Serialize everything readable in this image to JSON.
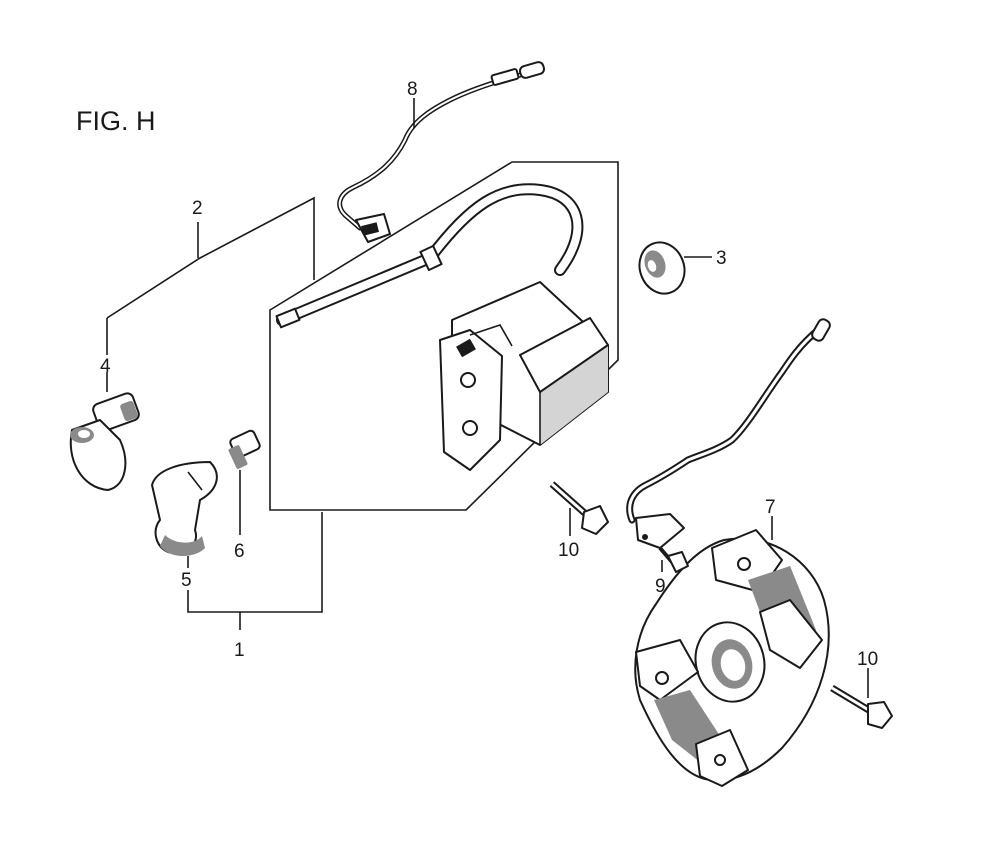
{
  "figure_label": "FIG. H",
  "callouts": {
    "c1": "1",
    "c2": "2",
    "c3": "3",
    "c4": "4",
    "c5": "5",
    "c6": "6",
    "c7": "7",
    "c8": "8",
    "c9": "9",
    "c10a": "10",
    "c10b": "10"
  }
}
